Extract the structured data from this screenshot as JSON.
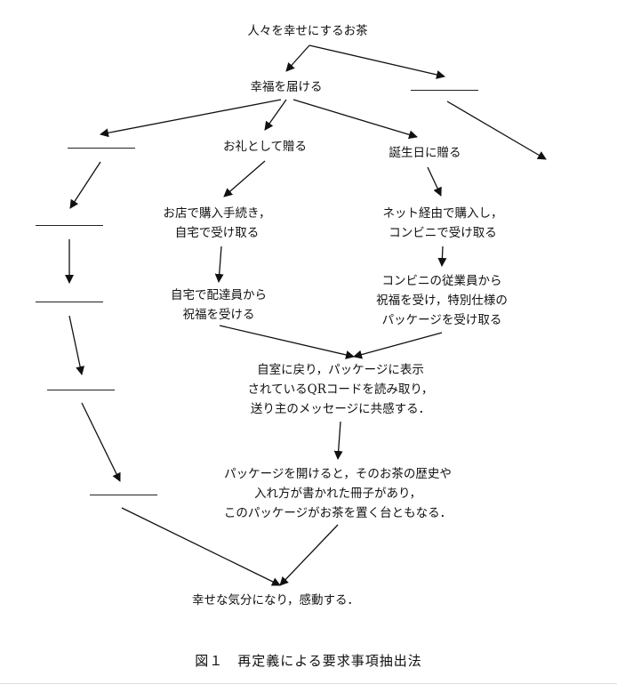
{
  "nodes": {
    "root": "人々を幸せにするお茶",
    "deliver": "幸福を届ける",
    "thank_gift": "お礼として贈る",
    "birthday_gift": "誕生日に贈る",
    "store_purchase": [
      "お店で購入手続き，",
      "自宅で受け取る"
    ],
    "online_purchase": [
      "ネット経由で購入し，",
      "コンビニで受け取る"
    ],
    "home_delivery": [
      "自宅で配達員から",
      "祝福を受ける"
    ],
    "convenience_staff": [
      "コンビニの従業員から",
      "祝福を受け，特別仕様の",
      "パッケージを受け取る"
    ],
    "qr_message": [
      "自室に戻り，パッケージに表示",
      "されているQRコードを読み取り，",
      "送り主のメッセージに共感する．"
    ],
    "open_package": [
      "パッケージを開けると，そのお茶の歴史や",
      "入れ方が書かれた冊子があり，",
      "このパッケージがお茶を置く台ともなる．"
    ],
    "happy": "幸せな気分になり，感動する．"
  },
  "caption": "図１　再定義による要求事項抽出法"
}
